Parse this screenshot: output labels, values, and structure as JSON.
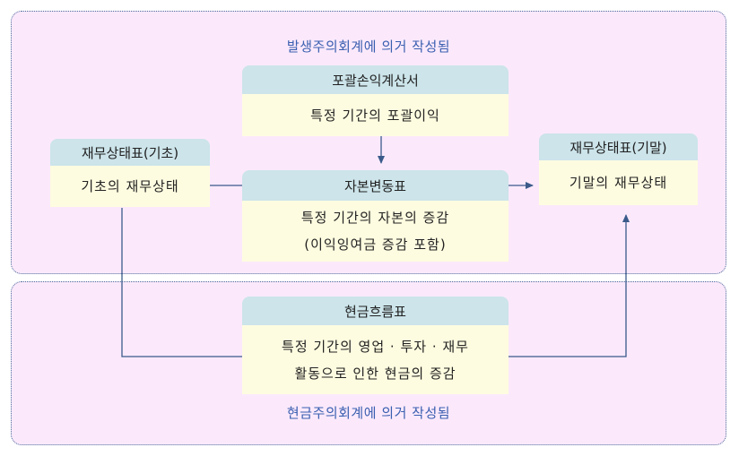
{
  "regions": {
    "accrual_label": "발생주의회계에 의거 작성됨",
    "cash_label": "현금주의회계에 의거 작성됨"
  },
  "cards": {
    "income_statement": {
      "title": "포괄손익계산서",
      "lines": [
        "특정 기간의 포괄이익"
      ]
    },
    "balance_begin": {
      "title": "재무상태표(기초)",
      "lines": [
        "기초의 재무상태"
      ]
    },
    "equity_changes": {
      "title": "자본변동표",
      "lines": [
        "특정 기간의 자본의 증감",
        "(이익잉여금 증감 포함)"
      ]
    },
    "balance_end": {
      "title": "재무상태표(기말)",
      "lines": [
        "기말의 재무상태"
      ]
    },
    "cash_flow": {
      "title": "현금흐름표",
      "lines": [
        "특정 기간의 영업 · 투자 · 재무",
        "활동으로 인한 현금의 증감"
      ]
    }
  },
  "colors": {
    "region_bg": "#fbe9fb",
    "header_bg": "#cce4ea",
    "body_bg": "#fefce0",
    "connector": "#3a5a8a",
    "label_text": "#3a5fb0"
  }
}
